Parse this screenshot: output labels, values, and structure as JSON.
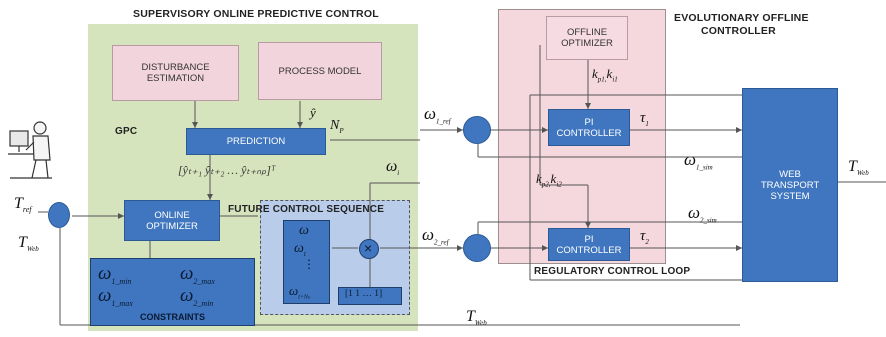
{
  "titles": {
    "supervisory": "SUPERVISORY ONLINE PREDICTIVE CONTROL",
    "evolutionary_line1": "EVOLUTIONARY OFFLINE",
    "evolutionary_line2": "CONTROLLER",
    "regulatory": "REGULATORY CONTROL LOOP",
    "future_seq": "FUTURE CONTROL  SEQUENCE",
    "gpc": "GPC"
  },
  "blocks": {
    "disturbance": "DISTURBANCE ESTIMATION",
    "process_model": "PROCESS MODEL",
    "prediction": "PREDICTION",
    "online_optimizer": "ONLINE OPTIMIZER",
    "offline_optimizer": "OFFLINE OPTIMIZER",
    "pi1": "PI CONTROLLER",
    "pi2": "PI CONTROLLER",
    "web_system": "WEB TRANSPORT SYSTEM",
    "constraints": "CONSTRAINTS"
  },
  "math": {
    "t_ref": "T",
    "t_ref_sub": "ref",
    "t_web_left": "T",
    "t_web_left_sub": "Web",
    "t_web_bottom": "T",
    "t_web_bottom_sub": "Web",
    "t_web_out": "T",
    "t_web_out_sub": "Web",
    "y_hat": "ŷ",
    "n_p": "N",
    "n_p_sub": "P",
    "pred_vector": "[ŷₜ₊₁   ŷₜ₊₂   …   ŷₜ₊ₙₚ]ᵀ",
    "omega_i": "ω",
    "omega_i_sub": "i",
    "omega1_ref": "ω",
    "omega1_ref_sub": "1_ref",
    "omega2_ref": "ω",
    "omega2_ref_sub": "2_ref",
    "omega1_sim": "ω",
    "omega1_sim_sub": "1_sim",
    "omega2_sim": "ω",
    "omega2_sim_sub": "2_sim",
    "tau1": "τ",
    "tau1_sub": "1",
    "tau2": "τ",
    "tau2_sub": "2",
    "kp1": "k",
    "kp1_text": "p1,",
    "ki1": "k",
    "ki1_sub": "i1",
    "kp2": "k",
    "kp2_text": "p2,",
    "ki2": "k",
    "ki2_sub": "i2",
    "seq_top": "ω",
    "seq_mid": "ω",
    "seq_mid_sub": "t",
    "seq_dots": "⋮",
    "seq_bot": "ω",
    "seq_bot_sub": "t+Nₖ",
    "mult": "×",
    "unit_vector": "[1  1  …  1]",
    "c1": "ω",
    "c1_sub": "1_min",
    "c2": "ω",
    "c2_sub": "2_max",
    "c3": "ω",
    "c3_sub": "1_max",
    "c4": "ω",
    "c4_sub": "2_min"
  }
}
